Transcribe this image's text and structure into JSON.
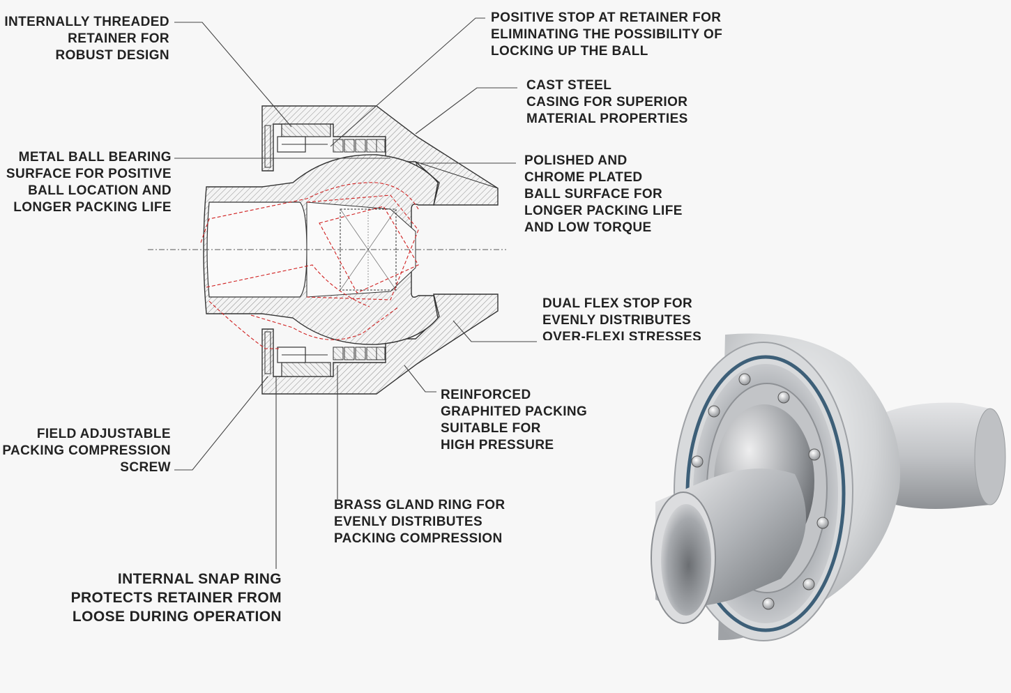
{
  "callouts": {
    "retainer": [
      "INTERNALLY THREADED",
      "RETAINER FOR",
      "ROBUST DESIGN"
    ],
    "positive_stop": [
      "POSITIVE STOP AT RETAINER FOR",
      "ELIMINATING THE POSSIBILITY OF",
      "LOCKING UP THE BALL"
    ],
    "cast_steel": [
      "CAST STEEL",
      "CASING FOR SUPERIOR",
      "MATERIAL PROPERTIES"
    ],
    "metal_ball": [
      "METAL BALL BEARING",
      "SURFACE FOR POSITIVE",
      "BALL LOCATION AND",
      "LONGER PACKING LIFE"
    ],
    "polished": [
      "POLISHED AND",
      "CHROME PLATED",
      "BALL SURFACE FOR",
      "LONGER PACKING LIFE",
      "AND LOW TORQUE"
    ],
    "dual_flex": [
      "DUAL FLEX STOP FOR",
      "EVENLY  DISTRIBUTES",
      "OVER-FLEXI STRESSES"
    ],
    "reinforced": [
      "REINFORCED",
      "GRAPHITED PACKING",
      "SUITABLE FOR",
      "HIGH PRESSURE"
    ],
    "field_adjustable": [
      "FIELD ADJUSTABLE",
      "PACKING COMPRESSION",
      "SCREW"
    ],
    "brass_gland": [
      "BRASS GLAND RING FOR",
      "EVENLY DISTRIBUTES",
      "PACKING COMPRESSION"
    ],
    "snap_ring": [
      "INTERNAL SNAP RING",
      "PROTECTS RETAINER FROM",
      "LOOSE DURING OPERATION"
    ]
  },
  "colors": {
    "text": "#222222",
    "leader": "#444444",
    "hatch": "#8a8a8a",
    "red_dash": "#d02020",
    "metal": "#c9cbcd",
    "ring_blue": "#3d5f78"
  },
  "icons": {
    "product": "ball-joint-photo",
    "drawing": "cross-section-drawing"
  }
}
